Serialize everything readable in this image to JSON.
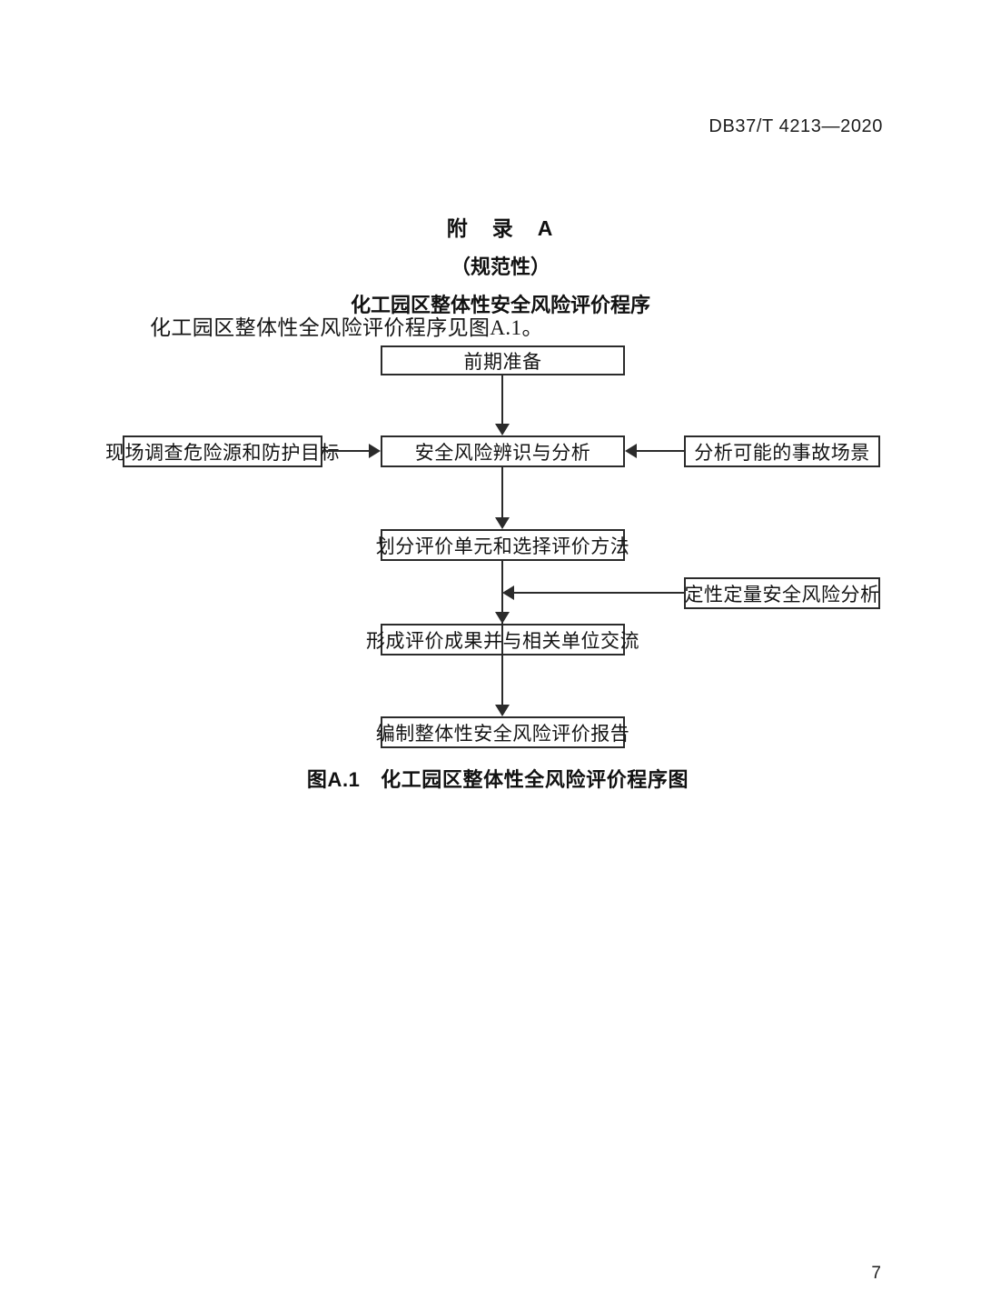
{
  "document": {
    "header_standard_id": "DB37/T 4213—2020",
    "page_number": "7"
  },
  "annex": {
    "label": "附　录　A",
    "kind": "（规范性）",
    "title": "化工园区整体性安全风险评价程序",
    "intro": "化工园区整体性全风险评价程序见图A.1。"
  },
  "figure": {
    "caption": "图A.1　化工园区整体性全风险评价程序图",
    "nodes": {
      "preparation": "前期准备",
      "risk_identification": "安全风险辨识与分析",
      "site_survey": "现场调查危险源和防护目标",
      "accident_scenario": "分析可能的事故场景",
      "unit_method": "划分评价单元和选择评价方法",
      "qualitative_quantitative": "定性定量安全风险分析",
      "result_exchange": "形成评价成果并与相关单位交流",
      "report": "编制整体性安全风险评价报告"
    }
  },
  "chart_data": {
    "type": "diagram",
    "title": "图A.1　化工园区整体性全风险评价程序图",
    "flow": [
      {
        "id": "preparation",
        "label": "前期准备",
        "column": "center",
        "order": 1
      },
      {
        "id": "risk_identification",
        "label": "安全风险辨识与分析",
        "column": "center",
        "order": 2
      },
      {
        "id": "site_survey",
        "label": "现场调查危险源和防护目标",
        "column": "left",
        "order": 2
      },
      {
        "id": "accident_scenario",
        "label": "分析可能的事故场景",
        "column": "right",
        "order": 2
      },
      {
        "id": "unit_method",
        "label": "划分评价单元和选择评价方法",
        "column": "center",
        "order": 3
      },
      {
        "id": "qualitative_quantitative",
        "label": "定性定量安全风险分析",
        "column": "right",
        "order": 3
      },
      {
        "id": "result_exchange",
        "label": "形成评价成果并与相关单位交流",
        "column": "center",
        "order": 4
      },
      {
        "id": "report",
        "label": "编制整体性安全风险评价报告",
        "column": "center",
        "order": 5
      }
    ],
    "edges": [
      {
        "from": "preparation",
        "to": "risk_identification",
        "direction": "down"
      },
      {
        "from": "site_survey",
        "to": "risk_identification",
        "direction": "right"
      },
      {
        "from": "accident_scenario",
        "to": "risk_identification",
        "direction": "left"
      },
      {
        "from": "risk_identification",
        "to": "unit_method",
        "direction": "down"
      },
      {
        "from": "qualitative_quantitative",
        "to": "unit_method_to_result_link",
        "direction": "left"
      },
      {
        "from": "unit_method",
        "to": "result_exchange",
        "direction": "down"
      },
      {
        "from": "result_exchange",
        "to": "report",
        "direction": "down"
      }
    ]
  }
}
